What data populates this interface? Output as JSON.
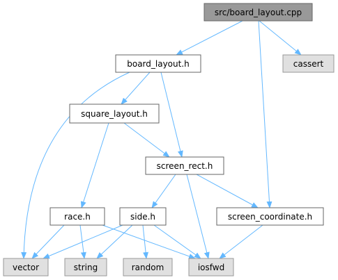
{
  "graph": {
    "colors": {
      "root_fill": "#999999",
      "root_border": "#666666",
      "header_fill": "#ffffff",
      "header_border": "#666666",
      "system_fill": "#e0e0e0",
      "system_border": "#999999",
      "edge": "#63b8ff"
    },
    "nodes": {
      "board_layout_cpp": {
        "label": "src/board_layout.cpp",
        "kind": "root"
      },
      "board_layout_h": {
        "label": "board_layout.h",
        "kind": "header"
      },
      "cassert": {
        "label": "cassert",
        "kind": "system"
      },
      "square_layout_h": {
        "label": "square_layout.h",
        "kind": "header"
      },
      "screen_rect_h": {
        "label": "screen_rect.h",
        "kind": "header"
      },
      "race_h": {
        "label": "race.h",
        "kind": "header"
      },
      "side_h": {
        "label": "side.h",
        "kind": "header"
      },
      "screen_coordinate_h": {
        "label": "screen_coordinate.h",
        "kind": "header"
      },
      "vector": {
        "label": "vector",
        "kind": "system"
      },
      "string": {
        "label": "string",
        "kind": "system"
      },
      "random": {
        "label": "random",
        "kind": "system"
      },
      "iosfwd": {
        "label": "iosfwd",
        "kind": "system"
      }
    },
    "edges": [
      [
        "board_layout_cpp",
        "board_layout_h"
      ],
      [
        "board_layout_cpp",
        "cassert"
      ],
      [
        "board_layout_cpp",
        "screen_coordinate_h"
      ],
      [
        "board_layout_h",
        "vector"
      ],
      [
        "board_layout_h",
        "square_layout_h"
      ],
      [
        "board_layout_h",
        "screen_rect_h"
      ],
      [
        "square_layout_h",
        "screen_rect_h"
      ],
      [
        "square_layout_h",
        "race_h"
      ],
      [
        "screen_rect_h",
        "side_h"
      ],
      [
        "screen_rect_h",
        "iosfwd"
      ],
      [
        "screen_rect_h",
        "screen_coordinate_h"
      ],
      [
        "race_h",
        "vector"
      ],
      [
        "race_h",
        "string"
      ],
      [
        "race_h",
        "iosfwd"
      ],
      [
        "side_h",
        "vector"
      ],
      [
        "side_h",
        "string"
      ],
      [
        "side_h",
        "random"
      ],
      [
        "side_h",
        "iosfwd"
      ],
      [
        "screen_coordinate_h",
        "iosfwd"
      ]
    ]
  }
}
